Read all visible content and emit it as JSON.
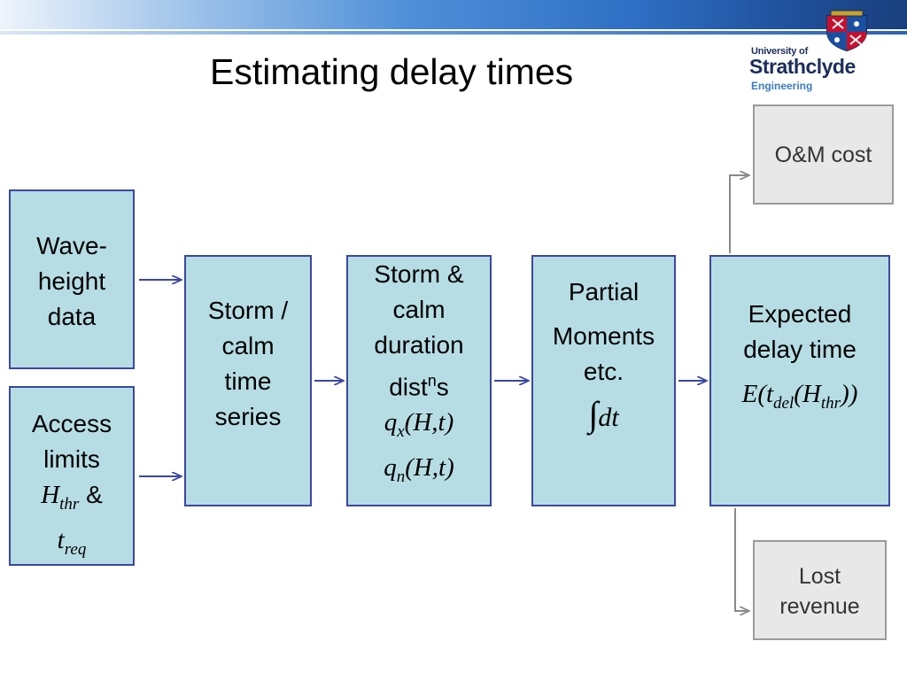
{
  "title": "Estimating delay times",
  "logo": {
    "line1": "University of",
    "line2": "Strathclyde",
    "line3": "Engineering"
  },
  "boxes": {
    "wave": {
      "line1": "Wave-",
      "line2": "height",
      "line3": "data"
    },
    "access": {
      "line1": "Access",
      "line2": "limits",
      "h": "H",
      "h_sub": "thr",
      "amp": "&",
      "t": "t",
      "t_sub": "req"
    },
    "series": {
      "line1": "Storm /",
      "line2": "calm",
      "line3": "time",
      "line4": "series"
    },
    "dist": {
      "line1": "Storm &",
      "line2": "calm",
      "line3": "duration",
      "line4_a": "dist",
      "line4_sup": "n",
      "line4_b": "s",
      "qx": "q",
      "qx_sub": "x",
      "qx_args": "(H,t)",
      "qn": "q",
      "qn_sub": "n",
      "qn_args": "(H,t)"
    },
    "moments": {
      "line1": "Partial",
      "line2": "Moments",
      "line3": "etc.",
      "integral": "∫",
      "dt": "dt"
    },
    "expected": {
      "line1": "Expected",
      "line2": "delay time",
      "e_pre": "E(t",
      "e_sub": "del",
      "e_mid": "(H",
      "e_sub2": "thr",
      "e_post": "))"
    },
    "om": {
      "label": "O&M cost"
    },
    "lost": {
      "line1": "Lost",
      "line2": "revenue"
    }
  },
  "colors": {
    "box_fill": "#b7dde4",
    "box_border": "#3b47a1",
    "grey_fill": "#e8e8e8",
    "grey_border": "#9a9a9a",
    "arrow_blue": "#3b47a1",
    "arrow_grey": "#8a8a8a"
  }
}
